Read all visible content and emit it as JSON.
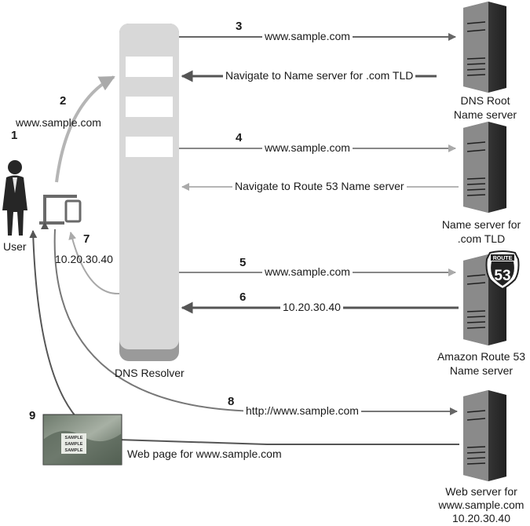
{
  "steps": [
    "1",
    "2",
    "3",
    "4",
    "5",
    "6",
    "7",
    "8",
    "9"
  ],
  "user": {
    "label": "User"
  },
  "resolver": {
    "label": "DNS Resolver"
  },
  "servers": {
    "root": {
      "line1": "DNS Root",
      "line2": "Name server"
    },
    "tld": {
      "line1": "Name server for",
      "line2": ".com TLD"
    },
    "route53": {
      "line1": "Amazon Route 53",
      "line2": "Name server",
      "badge_top": "ROUTE",
      "badge_num": "53"
    },
    "web": {
      "line1": "Web server for",
      "line2": "www.sample.com",
      "line3": "10.20.30.40"
    }
  },
  "messages": {
    "step2": "www.sample.com",
    "step3": "www.sample.com",
    "root_reply": "Navigate to Name server for .com TLD",
    "step4": "www.sample.com",
    "tld_reply": "Navigate to Route 53 Name server",
    "step5": "www.sample.com",
    "step6": "10.20.30.40",
    "step7": "10.20.30.40",
    "step8": "http://www.sample.com",
    "webpage": "Web page for www.sample.com"
  },
  "thumbnail": {
    "text": [
      "SAMPLE",
      "SAMPLE",
      "SAMPLE"
    ]
  },
  "colors": {
    "dark_arrow": "#555555",
    "light_arrow": "#aaaaaa",
    "resolver": "#d6d6d6",
    "server_dark": "#3a3a3a"
  }
}
